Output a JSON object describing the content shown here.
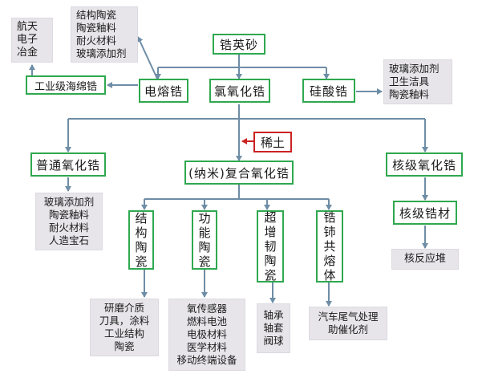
{
  "root": "锆英砂",
  "main_processes": {
    "fused": "电熔锆",
    "chloride": "氯氧化锆",
    "silicate": "硅酸锆"
  },
  "fused_uses": [
    "结构陶瓷",
    "陶瓷釉料",
    "耐火材料",
    "玻璃添加剂"
  ],
  "sponge": "工业级海绵锆",
  "sponge_uses": [
    "航天",
    "电子",
    "冶金"
  ],
  "silicate_uses": [
    "玻璃添加剂",
    "卫生洁具",
    "陶瓷釉料"
  ],
  "rare_earth": "稀土",
  "common_zirconia": "普通氧化锆",
  "common_uses": [
    "玻璃添加剂",
    "陶瓷釉料",
    "耐火材料",
    "人造宝石"
  ],
  "nano_zirconia": "(纳米)复合氧化锆",
  "nuclear_zirconia": "核级氧化锆",
  "nuclear_metal": "核级锆材",
  "nuclear_uses": [
    "核反应堆"
  ],
  "branches": [
    {
      "label": [
        "结",
        "构",
        "陶",
        "瓷"
      ],
      "uses": [
        "研磨介质",
        "刀具，涂料",
        "工业结构",
        "陶瓷"
      ]
    },
    {
      "label": [
        "功",
        "能",
        "陶",
        "瓷"
      ],
      "uses": [
        "氧传感器",
        "燃料电池",
        "电极材料",
        "医学材料",
        "移动终端设备"
      ]
    },
    {
      "label": [
        "超",
        "增",
        "韧",
        "陶",
        "瓷"
      ],
      "uses": [
        "轴承",
        "轴套",
        "阀球"
      ]
    },
    {
      "label": [
        "锆",
        "铈",
        "共",
        "熔",
        "体"
      ],
      "uses": [
        "汽车尾气处理",
        "助催化剂"
      ]
    }
  ],
  "colors": {
    "node_border": "#2fa84f",
    "rare_earth_border": "#cc2222",
    "connector": "#6e8da6",
    "use_box": "#e7e5ea"
  }
}
